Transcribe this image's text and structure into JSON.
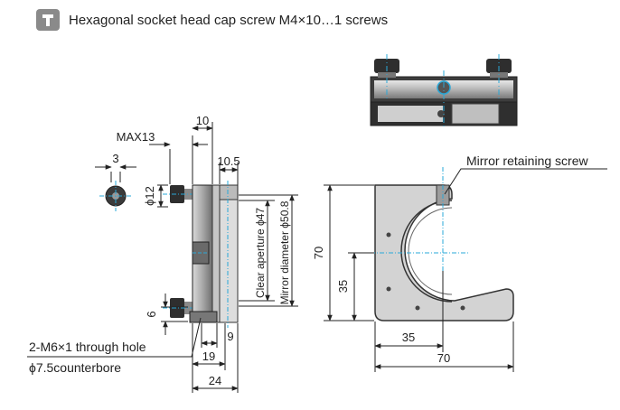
{
  "header": {
    "icon": "screw-icon",
    "title": "Hexagonal socket head cap screw M4×10…1 screws"
  },
  "side_view": {
    "dim_3": "3",
    "dim_max13": "MAX13",
    "dim_10": "10",
    "dim_10_5": "10.5",
    "dim_phi12": "ϕ12",
    "dim_6": "6",
    "dim_9": "9",
    "dim_19": "19",
    "dim_24": "24",
    "label_clear_aperture": "Clear aperture ϕ47",
    "label_mirror_diameter": "Mirror diameter ϕ50.8",
    "callout_through_hole": "2-M6×1 through hole",
    "callout_counterbore": "ϕ7.5counterbore"
  },
  "front_view": {
    "callout_retaining_screw": "Mirror retaining screw",
    "dim_70_vertical": "70",
    "dim_35_vertical": "35",
    "dim_35_horizontal": "35",
    "dim_70_horizontal": "70"
  },
  "colors": {
    "accent_cyan": "#2aa8d8",
    "metal_dark": "#3a3a3a",
    "metal_light": "#bdbdbd",
    "badge_gray": "#8a8a8a"
  }
}
